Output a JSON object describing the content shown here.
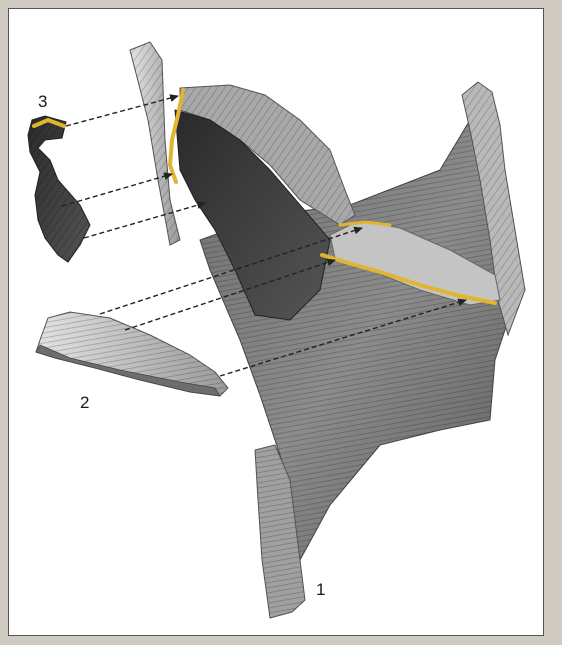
{
  "figure": {
    "labels": {
      "one": "1",
      "two": "2",
      "three": "3"
    },
    "colors": {
      "tissue_light": "#c9c9c9",
      "tissue_mid": "#8f8f8f",
      "tissue_dark": "#3a3a3a",
      "highlight": "#e2b530",
      "arrow": "#222222",
      "paper": "#ffffff",
      "border": "#555555"
    }
  }
}
